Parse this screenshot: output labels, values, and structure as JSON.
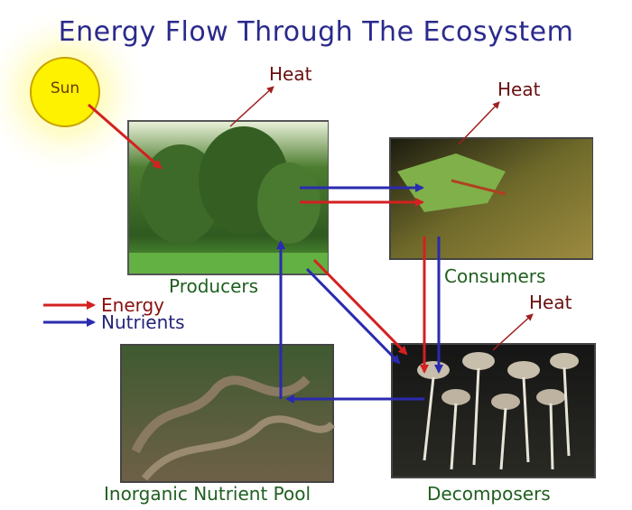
{
  "title": "Energy Flow Through The Ecosystem",
  "sun": "Sun",
  "heat_labels": [
    "Heat",
    "Heat",
    "Heat"
  ],
  "nodes": {
    "producers": "Producers",
    "consumers": "Consumers",
    "decomposers": "Decomposers",
    "pool": "Inorganic Nutrient Pool"
  },
  "legend": {
    "energy": "Energy",
    "nutrients": "Nutrients"
  },
  "colors": {
    "energy": "#d42020",
    "nutrients": "#2a2ab0",
    "heat": "#a02020",
    "title": "#2a2a8c"
  }
}
